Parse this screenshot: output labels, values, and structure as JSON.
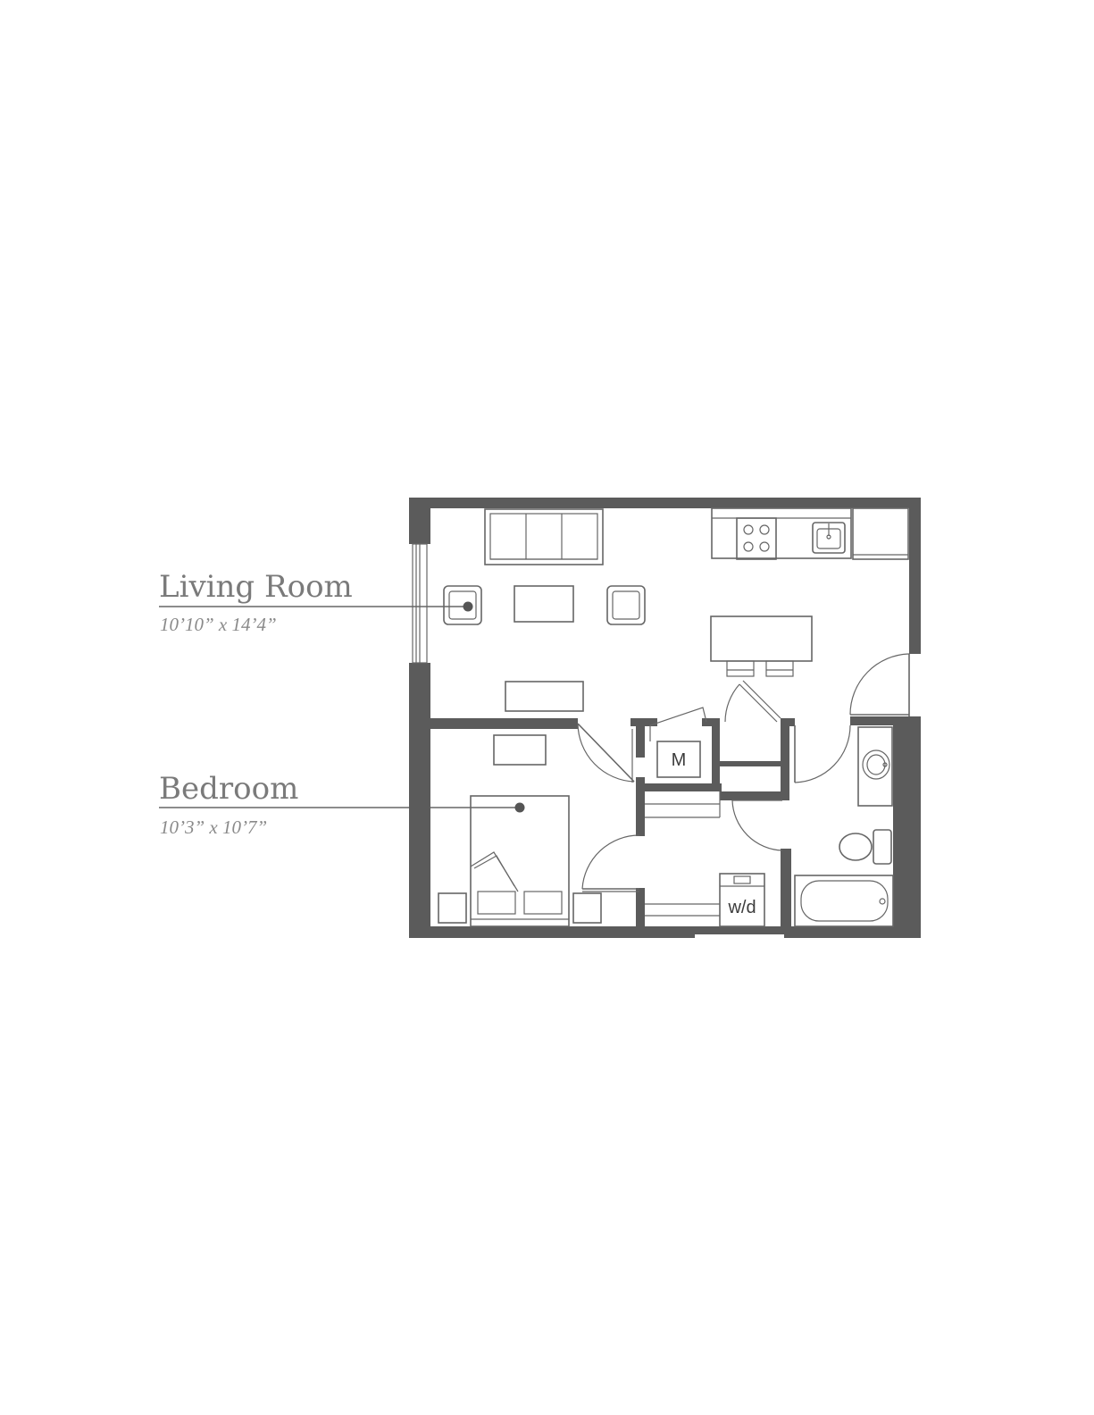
{
  "rooms": [
    {
      "name": "Living Room",
      "dimensions": "10’10” x 14’4”"
    },
    {
      "name": "Bedroom",
      "dimensions": "10’3” x 10’7”"
    }
  ],
  "fixture_labels": {
    "mechanical": "M",
    "washer_dryer": "w/d"
  },
  "colors": {
    "walls": "#5b5b5b",
    "fixtures": "#666666",
    "room_labels": "#7a7a7a"
  }
}
